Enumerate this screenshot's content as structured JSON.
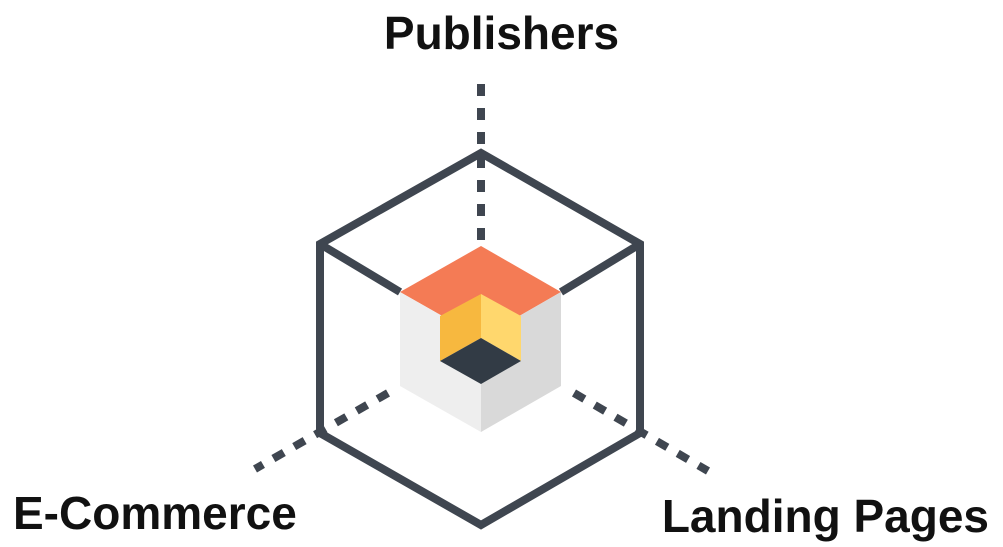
{
  "labels": {
    "top": "Publishers",
    "bottom_left": "E-Commerce",
    "bottom_right": "Landing Pages"
  },
  "colors": {
    "outline": "#3f4650",
    "dashed_axis": "#3f4650",
    "cube_top": "#f47b55",
    "cube_left": "#eeeeee",
    "cube_right": "#d9d9d9",
    "inner_left": "#f7b83f",
    "inner_right": "#ffd76d",
    "inner_bottom": "#323b45"
  }
}
